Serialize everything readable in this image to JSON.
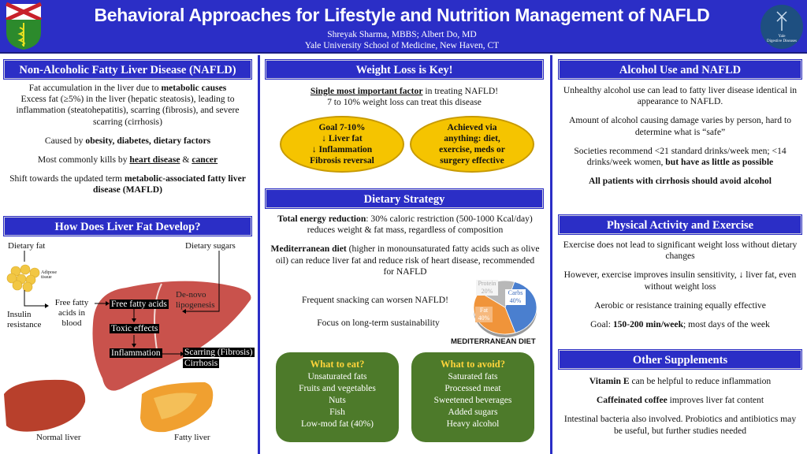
{
  "header": {
    "title": "Behavioral Approaches for Lifestyle and Nutrition Management of NAFLD",
    "authors": "Shreyak Sharma, MBBS; Albert Do, MD",
    "affiliation": "Yale University School of Medicine, New Haven, CT",
    "right_logo_text": "Yale Digestive Diseases",
    "colors": {
      "header": "#2b2ec6",
      "ellipse": "#f5c400",
      "green_box": "#4d7a2a"
    }
  },
  "nafld": {
    "title": "Non-Alcoholic Fatty Liver Disease (NAFLD)",
    "p1a": "Fat accumulation in the liver due to ",
    "p1b": "metabolic causes",
    "p2": "Excess fat (≥5%) in the liver (hepatic steatosis), leading to inflammation (steatohepatitis), scarring (fibrosis), and severe scarring (cirrhosis)",
    "p3a": "Caused by ",
    "p3b": "obesity, diabetes, dietary factors",
    "p4a": "Most commonly kills by ",
    "p4b": "heart disease",
    "p4c": " & ",
    "p4d": "cancer",
    "p5a": "Shift towards the updated term ",
    "p5b": "metabolic-associated fatty liver disease (MAFLD)"
  },
  "liver": {
    "title": "How Does Liver Fat Develop?",
    "dietary_fat": "Dietary fat",
    "dietary_sugars": "Dietary sugars",
    "adipose": "Adipose tissue",
    "insulin": "Insulin resistance",
    "ffa_blood": "Free fatty acids in blood",
    "denovo": "De-novo lipogenesis",
    "ffa": "Free fatty acids",
    "toxic": "Toxic effects",
    "inflammation": "Inflammation",
    "scarring": "Scarring (Fibrosis)",
    "cirrhosis": "Cirrhosis",
    "normal": "Normal liver",
    "fatty": "Fatty liver"
  },
  "weight": {
    "title": "Weight Loss is Key!",
    "l1a": "Single most important factor",
    "l1b": " in treating NAFLD!",
    "l2": "7 to 10% weight loss can treat this disease",
    "e1": [
      "Goal 7-10%",
      "↓ Liver fat",
      "↓ Inflammation",
      "Fibrosis reversal"
    ],
    "e2": [
      "Achieved via",
      "anything: diet,",
      "exercise, meds or",
      "surgery effective"
    ]
  },
  "diet": {
    "title": "Dietary Strategy",
    "p1a": "Total energy reduction",
    "p1b": ": 30% caloric restriction (500-1000 Kcal/day) reduces weight & fat mass, regardless of composition",
    "p2a": "Mediterranean diet",
    "p2b": " (higher in monounsaturated fatty acids such as olive oil) can reduce liver fat and reduce risk of heart disease, recommended for NAFLD",
    "p3": "Frequent snacking can worsen NAFLD!",
    "p4": "Focus on long-term sustainability",
    "chart_label": "MEDITERRANEAN DIET",
    "eat": {
      "title": "What to eat?",
      "items": [
        "Unsaturated fats",
        "Fruits and vegetables",
        "Nuts",
        "Fish",
        "Low-mod fat (40%)"
      ]
    },
    "avoid": {
      "title": "What to avoid?",
      "items": [
        "Saturated fats",
        "Processed meat",
        "Sweetened beverages",
        "Added sugars",
        "Heavy alcohol"
      ]
    }
  },
  "chart_data": {
    "type": "pie",
    "title": "MEDITERRANEAN DIET",
    "categories": [
      "Carbs",
      "Fat",
      "Protein"
    ],
    "values": [
      40,
      40,
      20
    ],
    "labels": [
      "40%",
      "40%",
      "20%"
    ],
    "colors": [
      "#4a7fcf",
      "#f0943a",
      "#b8b8b8"
    ]
  },
  "alcohol": {
    "title": "Alcohol Use and NAFLD",
    "p1": "Unhealthy alcohol use can lead to fatty liver disease identical in appearance to NAFLD.",
    "p2": "Amount of alcohol causing damage varies by person, hard to determine what is “safe”",
    "p3a": "Societies recommend <21 standard drinks/week men; <14 drinks/week women, ",
    "p3b": "but have as little as possible",
    "p4": "All patients with cirrhosis should avoid alcohol"
  },
  "activity": {
    "title": "Physical Activity and Exercise",
    "p1": "Exercise does not lead to significant weight loss without dietary changes",
    "p2": "However, exercise improves insulin sensitivity, ↓ liver fat, even without weight loss",
    "p3": "Aerobic or resistance training equally effective",
    "p4a": "Goal: ",
    "p4b": "150-200 min/week",
    "p4c": "; most days of the week"
  },
  "supplements": {
    "title": "Other Supplements",
    "p1a": "Vitamin E",
    "p1b": " can be helpful to reduce inflammation",
    "p2a": "Caffeinated coffee",
    "p2b": " improves liver fat content",
    "p3": "Intestinal bacteria also involved. Probiotics and antibiotics may be useful, but further studies needed"
  }
}
